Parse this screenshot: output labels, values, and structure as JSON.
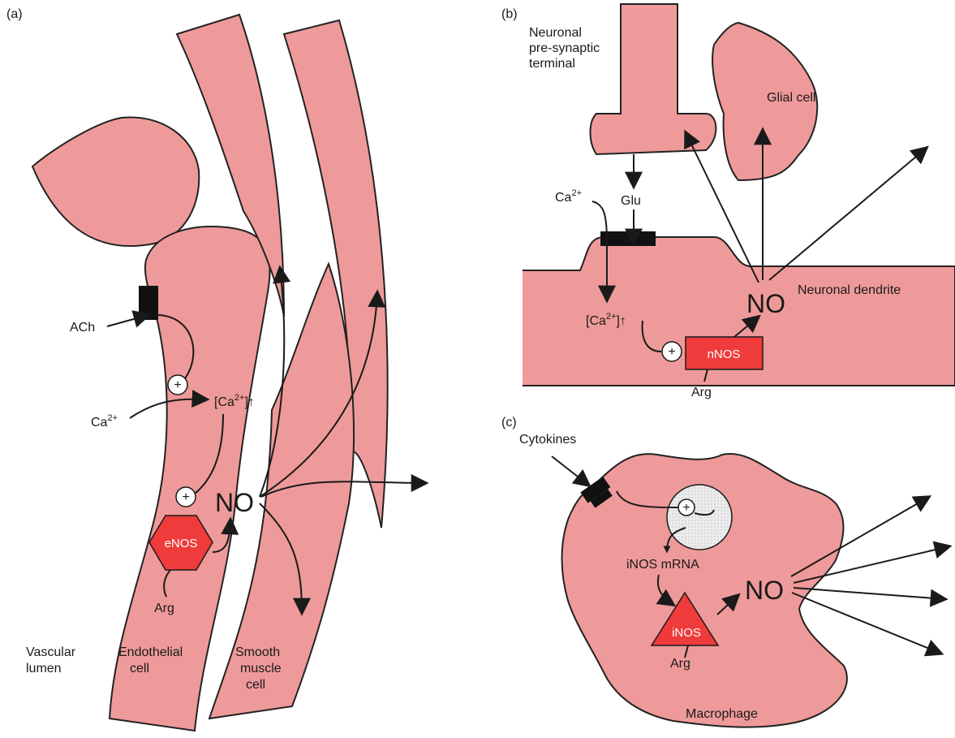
{
  "colors": {
    "cell": "#ef9a9a",
    "enzyme": "#ef3b3b",
    "nucleus": "#e6e6e6",
    "receptor": "#111111",
    "line": "#1a1a1a"
  },
  "panel_a": {
    "tag": "(a)",
    "ach": "ACh",
    "ca": "Ca",
    "ca_sup": "2+",
    "ca_rise": "[Ca",
    "ca_rise_sup": "2+",
    "ca_rise_end": "]↑",
    "plus": "+",
    "enzyme": "eNOS",
    "no": "NO",
    "arg": "Arg",
    "vascular_lumen": [
      "Vascular",
      "lumen"
    ],
    "endothelial_cell": [
      "Endothelial",
      "cell"
    ],
    "smooth_muscle_cell": [
      "Smooth",
      "muscle",
      "cell"
    ]
  },
  "panel_b": {
    "tag": "(b)",
    "presynaptic": [
      "Neuronal",
      "pre-synaptic",
      "terminal"
    ],
    "glial_cell": "Glial cell",
    "ca": "Ca",
    "ca_sup": "2+",
    "glu": "Glu",
    "ca_rise": "[Ca",
    "ca_rise_sup": "2+",
    "ca_rise_end": "]↑",
    "plus": "+",
    "enzyme": "nNOS",
    "no": "NO",
    "dendrite": "Neuronal dendrite",
    "arg": "Arg"
  },
  "panel_c": {
    "tag": "(c)",
    "cytokines": "Cytokines",
    "plus": "+",
    "mrna": "iNOS mRNA",
    "enzyme": "iNOS",
    "no": "NO",
    "arg": "Arg",
    "macrophage": "Macrophage"
  }
}
